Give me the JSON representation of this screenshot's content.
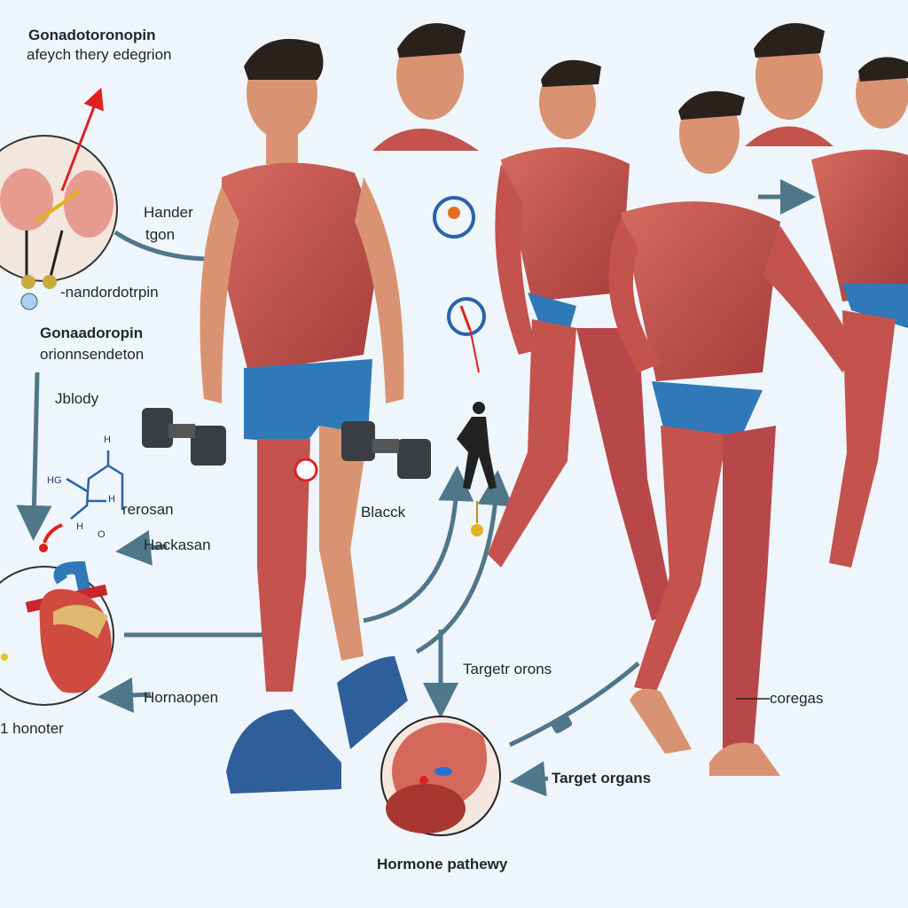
{
  "labels": {
    "top_title": "Gonadotoronopin",
    "top_subtitle": "afeych thery edegrion",
    "hander": "Hander",
    "tgon": "tgon",
    "nandor": "-nandordotrpin",
    "gonaad_title": "Gonaadoropin",
    "gonaad_subtitle": "orionnsendeton",
    "blody": "Jblody",
    "rerosan": "rerosan",
    "hackasan": "Hackasan",
    "black": "Blacck",
    "target_orons": "Targetr orons",
    "hornaopen": "Hornaopen",
    "honoter": "1 honoter",
    "coregas": "coregas",
    "target_organs": "Target organs",
    "pathway": "Hormone pathewy"
  },
  "molecule": {
    "h_top": "H",
    "hg": "HG",
    "h_mid": "H",
    "h_low": "H",
    "o": "O"
  },
  "colors": {
    "background": "#eef5fb",
    "arrow": "#4f7689",
    "muscle": "#c4524d",
    "skin": "#d99372",
    "shorts": "#2f79b8",
    "accent_red": "#e02020"
  }
}
